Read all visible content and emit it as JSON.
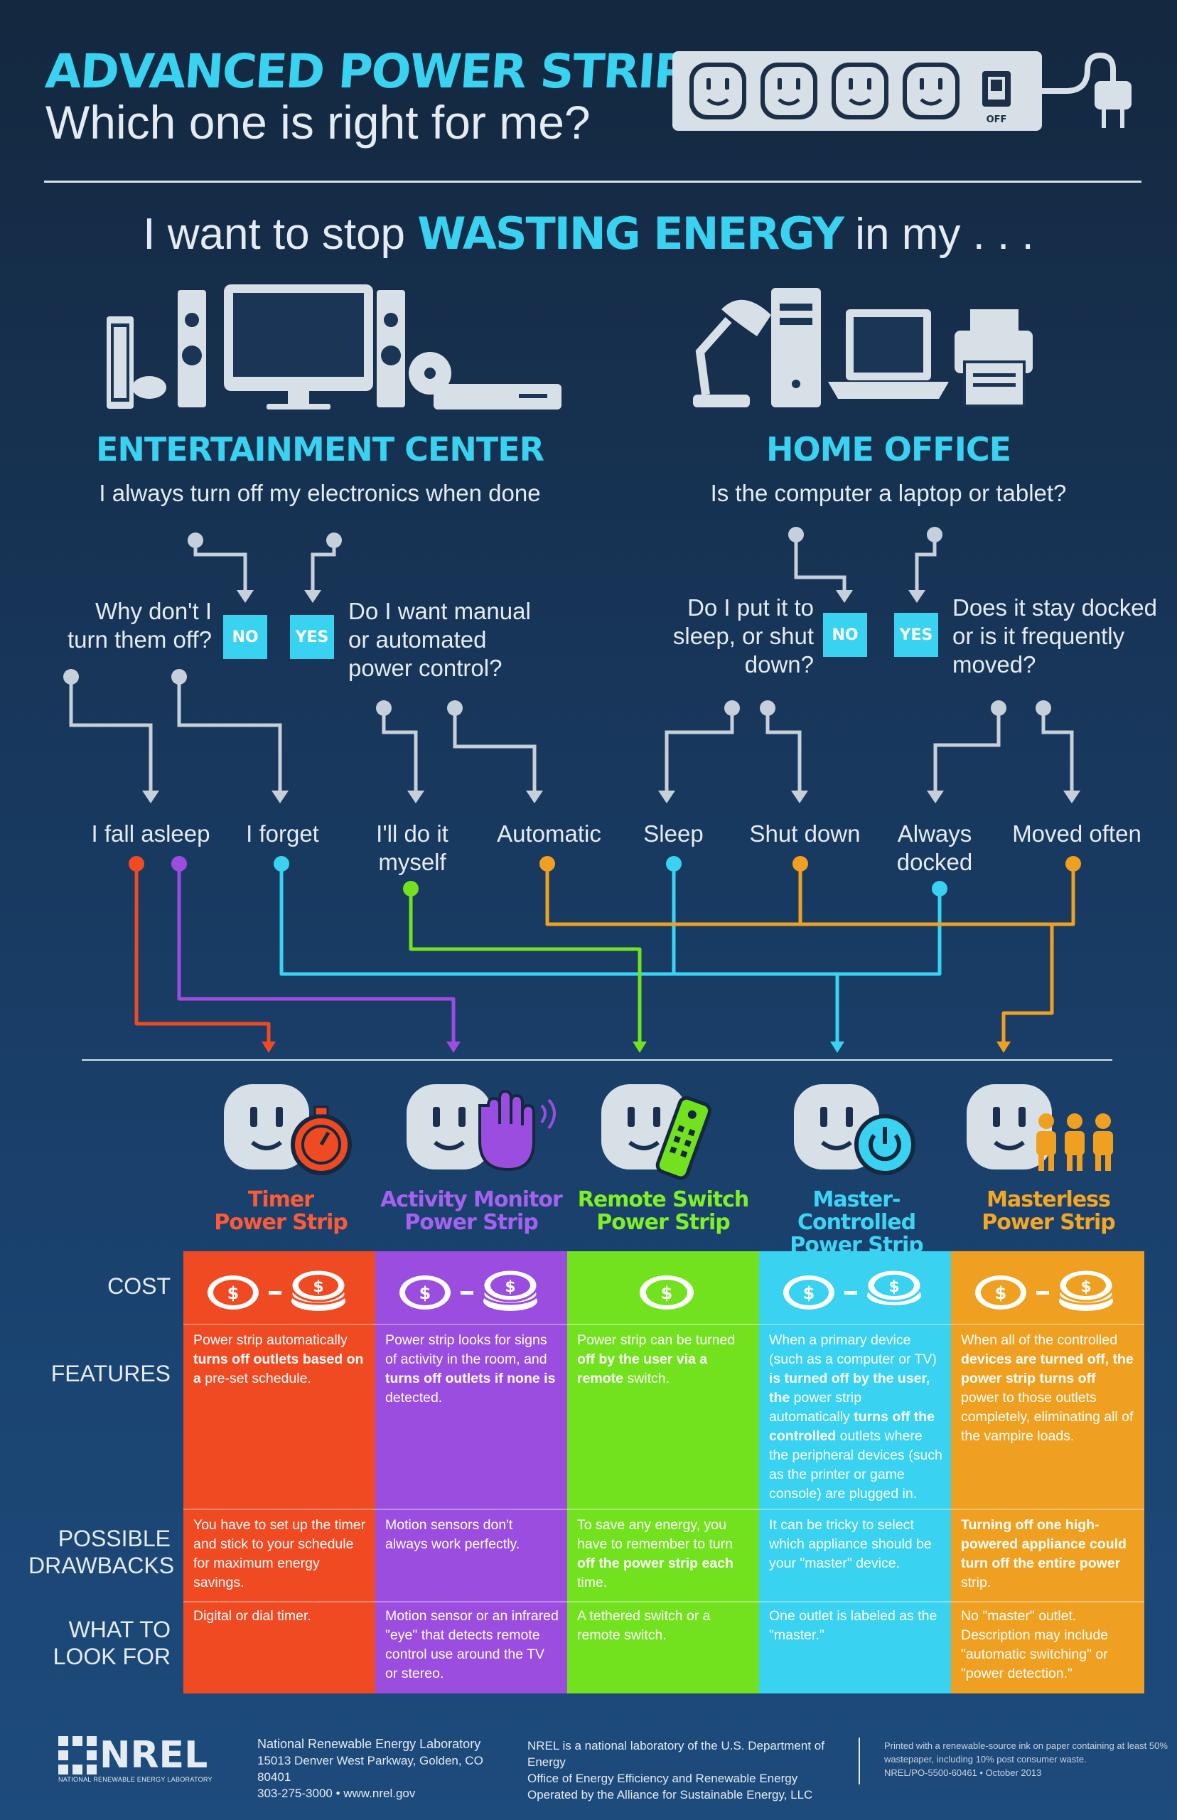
{
  "header": {
    "title": "ADVANCED POWER STRIPS",
    "subtitle": "Which one is right for me?",
    "strip_switch_label": "OFF"
  },
  "question": {
    "prefix": "I want to stop",
    "highlight": "WASTING ENERGY",
    "suffix": "in my . . ."
  },
  "branches": {
    "entertainment": {
      "title": "ENTERTAINMENT CENTER",
      "prompt": "I always turn off my electronics when done",
      "no_label": "NO",
      "yes_label": "YES",
      "no_question": "Why don't I turn them off?",
      "yes_question": "Do I want manual or automated power control?"
    },
    "office": {
      "title": "HOME OFFICE",
      "prompt": "Is the computer a laptop or tablet?",
      "no_label": "NO",
      "yes_label": "YES",
      "no_question": "Do I put it to sleep, or shut down?",
      "yes_question": "Does it stay docked or is it frequently moved?"
    }
  },
  "options": [
    {
      "label": "I fall asleep",
      "color": "#f04a23"
    },
    {
      "label": "I forget",
      "color": "#39d2f0"
    },
    {
      "label": "I'll do it myself",
      "color": "#72e21e"
    },
    {
      "label": "Automatic",
      "color": "#f0a020"
    },
    {
      "label": "Sleep",
      "color": "#39d2f0"
    },
    {
      "label": "Shut down",
      "color": "#f0a020"
    },
    {
      "label": "Always docked",
      "color": "#39d2f0"
    },
    {
      "label": "Moved often",
      "color": "#f0a020"
    }
  ],
  "strips": [
    {
      "name_line1": "Timer",
      "name_line2": "Power Strip",
      "color": "#f04a23",
      "title_color": "#ff5a36",
      "cost_coins": 2
    },
    {
      "name_line1": "Activity Monitor",
      "name_line2": "Power Strip",
      "color": "#9b4de0",
      "title_color": "#a561ef",
      "cost_coins": 2
    },
    {
      "name_line1": "Remote Switch",
      "name_line2": "Power Strip",
      "color": "#72e21e",
      "title_color": "#7ef024",
      "cost_coins": 1
    },
    {
      "name_line1": "Master-Controlled",
      "name_line2": "Power Strip",
      "color": "#39d2f0",
      "title_color": "#3dd5f3",
      "cost_coins": 2
    },
    {
      "name_line1": "Masterless",
      "name_line2": "Power Strip",
      "color": "#f0a020",
      "title_color": "#f5a623",
      "cost_coins": 2
    }
  ],
  "rows": {
    "cost": "COST",
    "features": "FEATURES",
    "drawbacks_line1": "POSSIBLE",
    "drawbacks_line2": "DRAWBACKS",
    "look_line1": "WHAT TO",
    "look_line2": "LOOK FOR"
  },
  "table": {
    "timer": {
      "features_a": "Power strip automatically ",
      "features_b": "turns off outlets based on a",
      "features_c": " pre-set schedule.",
      "drawbacks": "You have to set up the timer and stick to your schedule for maximum energy savings.",
      "look_for": "Digital or dial timer."
    },
    "activity": {
      "features_a": "Power strip looks for signs of activity in the room, and ",
      "features_b": "turns off outlets if none is",
      "features_c": " detected.",
      "drawbacks": "Motion sensors don't always work perfectly.",
      "look_for": "Motion sensor or an infrared \"eye\" that detects remote control use around the TV or stereo."
    },
    "remote": {
      "features_a": "Power strip can be turned ",
      "features_b": "off by the user via a remote",
      "features_c": " switch.",
      "drawbacks_a": "To save any energy, you have to remember to turn ",
      "drawbacks_b": "off the power strip each",
      "drawbacks_c": " time.",
      "look_for": "A tethered switch or a remote switch."
    },
    "master": {
      "features_a": "When a primary device (such as a computer or TV) ",
      "features_b": "is turned off by the user, the",
      "features_c": " power strip automatically ",
      "features_d": "turns off the controlled",
      "features_e": " outlets where the peripheral devices (such as the printer or game console) are plugged in.",
      "drawbacks": "It can be tricky to select which appliance should be your \"master\" device.",
      "look_for": "One outlet is labeled as the \"master.\""
    },
    "masterless": {
      "features_a": "When all of the controlled ",
      "features_b": "devices are turned off,",
      "features_c": " ",
      "features_d": "the power strip turns off",
      "features_e": " power to those outlets completely, eliminating all of the vampire loads.",
      "drawbacks_a": "Turning off one high-",
      "drawbacks_b": "powered appliance could",
      "drawbacks_c": " ",
      "drawbacks_d": "turn off the entire power",
      "drawbacks_e": " strip.",
      "look_for": "No \"master\" outlet. Description may include \"automatic switching\" or \"power detection.\""
    }
  },
  "footer": {
    "logo": "NREL",
    "logo_sub": "NATIONAL RENEWABLE ENERGY LABORATORY",
    "lab_name": "National Renewable Energy Laboratory",
    "address": "15013 Denver West Parkway, Golden, CO 80401",
    "contact": "303-275-3000 • www.nrel.gov",
    "doe_line1": "NREL is a national laboratory of the U.S. Department of Energy",
    "doe_line2": "Office of Energy Efficiency and Renewable Energy",
    "doe_line3": "Operated by the Alliance for Sustainable Energy, LLC",
    "print_line1": "Printed with a renewable-source ink on paper containing at least 50%",
    "print_line2": "wastepaper, including 10% post consumer waste.",
    "pub_number": "NREL/PO-5500-60461 • October 2013"
  }
}
